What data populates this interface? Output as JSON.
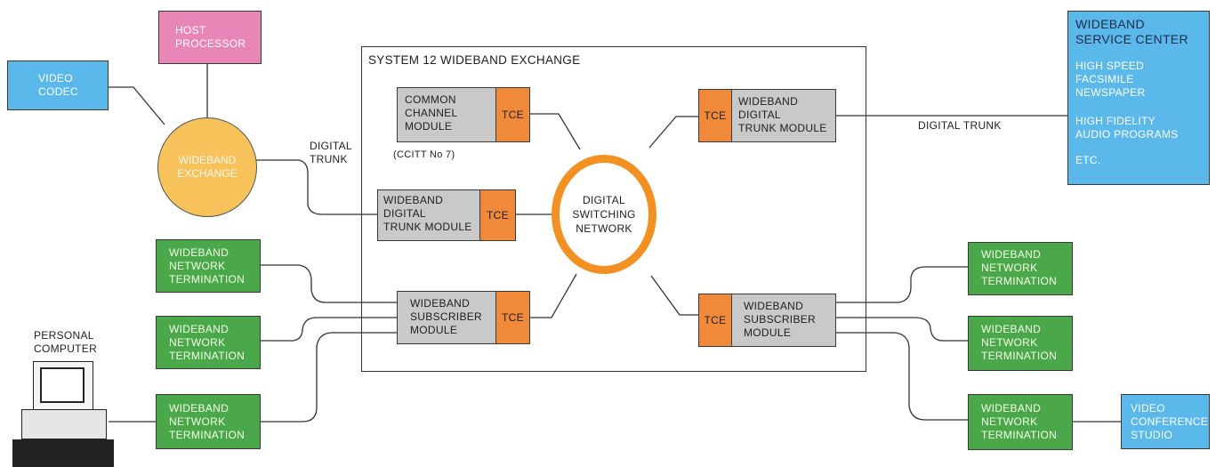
{
  "exchange": {
    "title": "SYSTEM 12 WIDEBAND EXCHANGE",
    "switching_network": "DIGITAL\nSWITCHING\nNETWORK"
  },
  "left": {
    "host_processor": "HOST\nPROCESSOR",
    "video_codec": "VIDEO\nCODEC",
    "wideband_exchange": "WIDEBAND\nEXCHANGE",
    "digital_trunk_label": "DIGITAL\nTRUNK",
    "termination_1": "WIDEBAND\nNETWORK\nTERMINATION",
    "termination_2": "WIDEBAND\nNETWORK\nTERMINATION",
    "termination_3": "WIDEBAND\nNETWORK\nTERMINATION",
    "personal_computer": "PERSONAL\nCOMPUTER"
  },
  "modules": {
    "common_channel": "COMMON\nCHANNEL\nMODULE",
    "ccitt_note": "(CCITT No 7)",
    "trunk_left": "WIDEBAND\nDIGITAL\nTRUNK MODULE",
    "subscriber_left": "WIDEBAND\nSUBSCRIBER\nMODULE",
    "trunk_right": "WIDEBAND\nDIGITAL\nTRUNK MODULE",
    "subscriber_right": "WIDEBAND\nSUBSCRIBER\nMODULE",
    "tce": "TCE"
  },
  "right": {
    "digital_trunk_label": "DIGITAL TRUNK",
    "service_center_title": "WIDEBAND\nSERVICE CENTER",
    "service_items": [
      "HIGH SPEED\nFACSIMILE\nNEWSPAPER",
      "HIGH FIDELITY\nAUDIO PROGRAMS",
      "ETC."
    ],
    "termination_1": "WIDEBAND\nNETWORK\nTERMINATION",
    "termination_2": "WIDEBAND\nNETWORK\nTERMINATION",
    "termination_3": "WIDEBAND\nNETWORK\nTERMINATION",
    "video_conference": "VIDEO\nCONFERENCE\nSTUDIO"
  }
}
